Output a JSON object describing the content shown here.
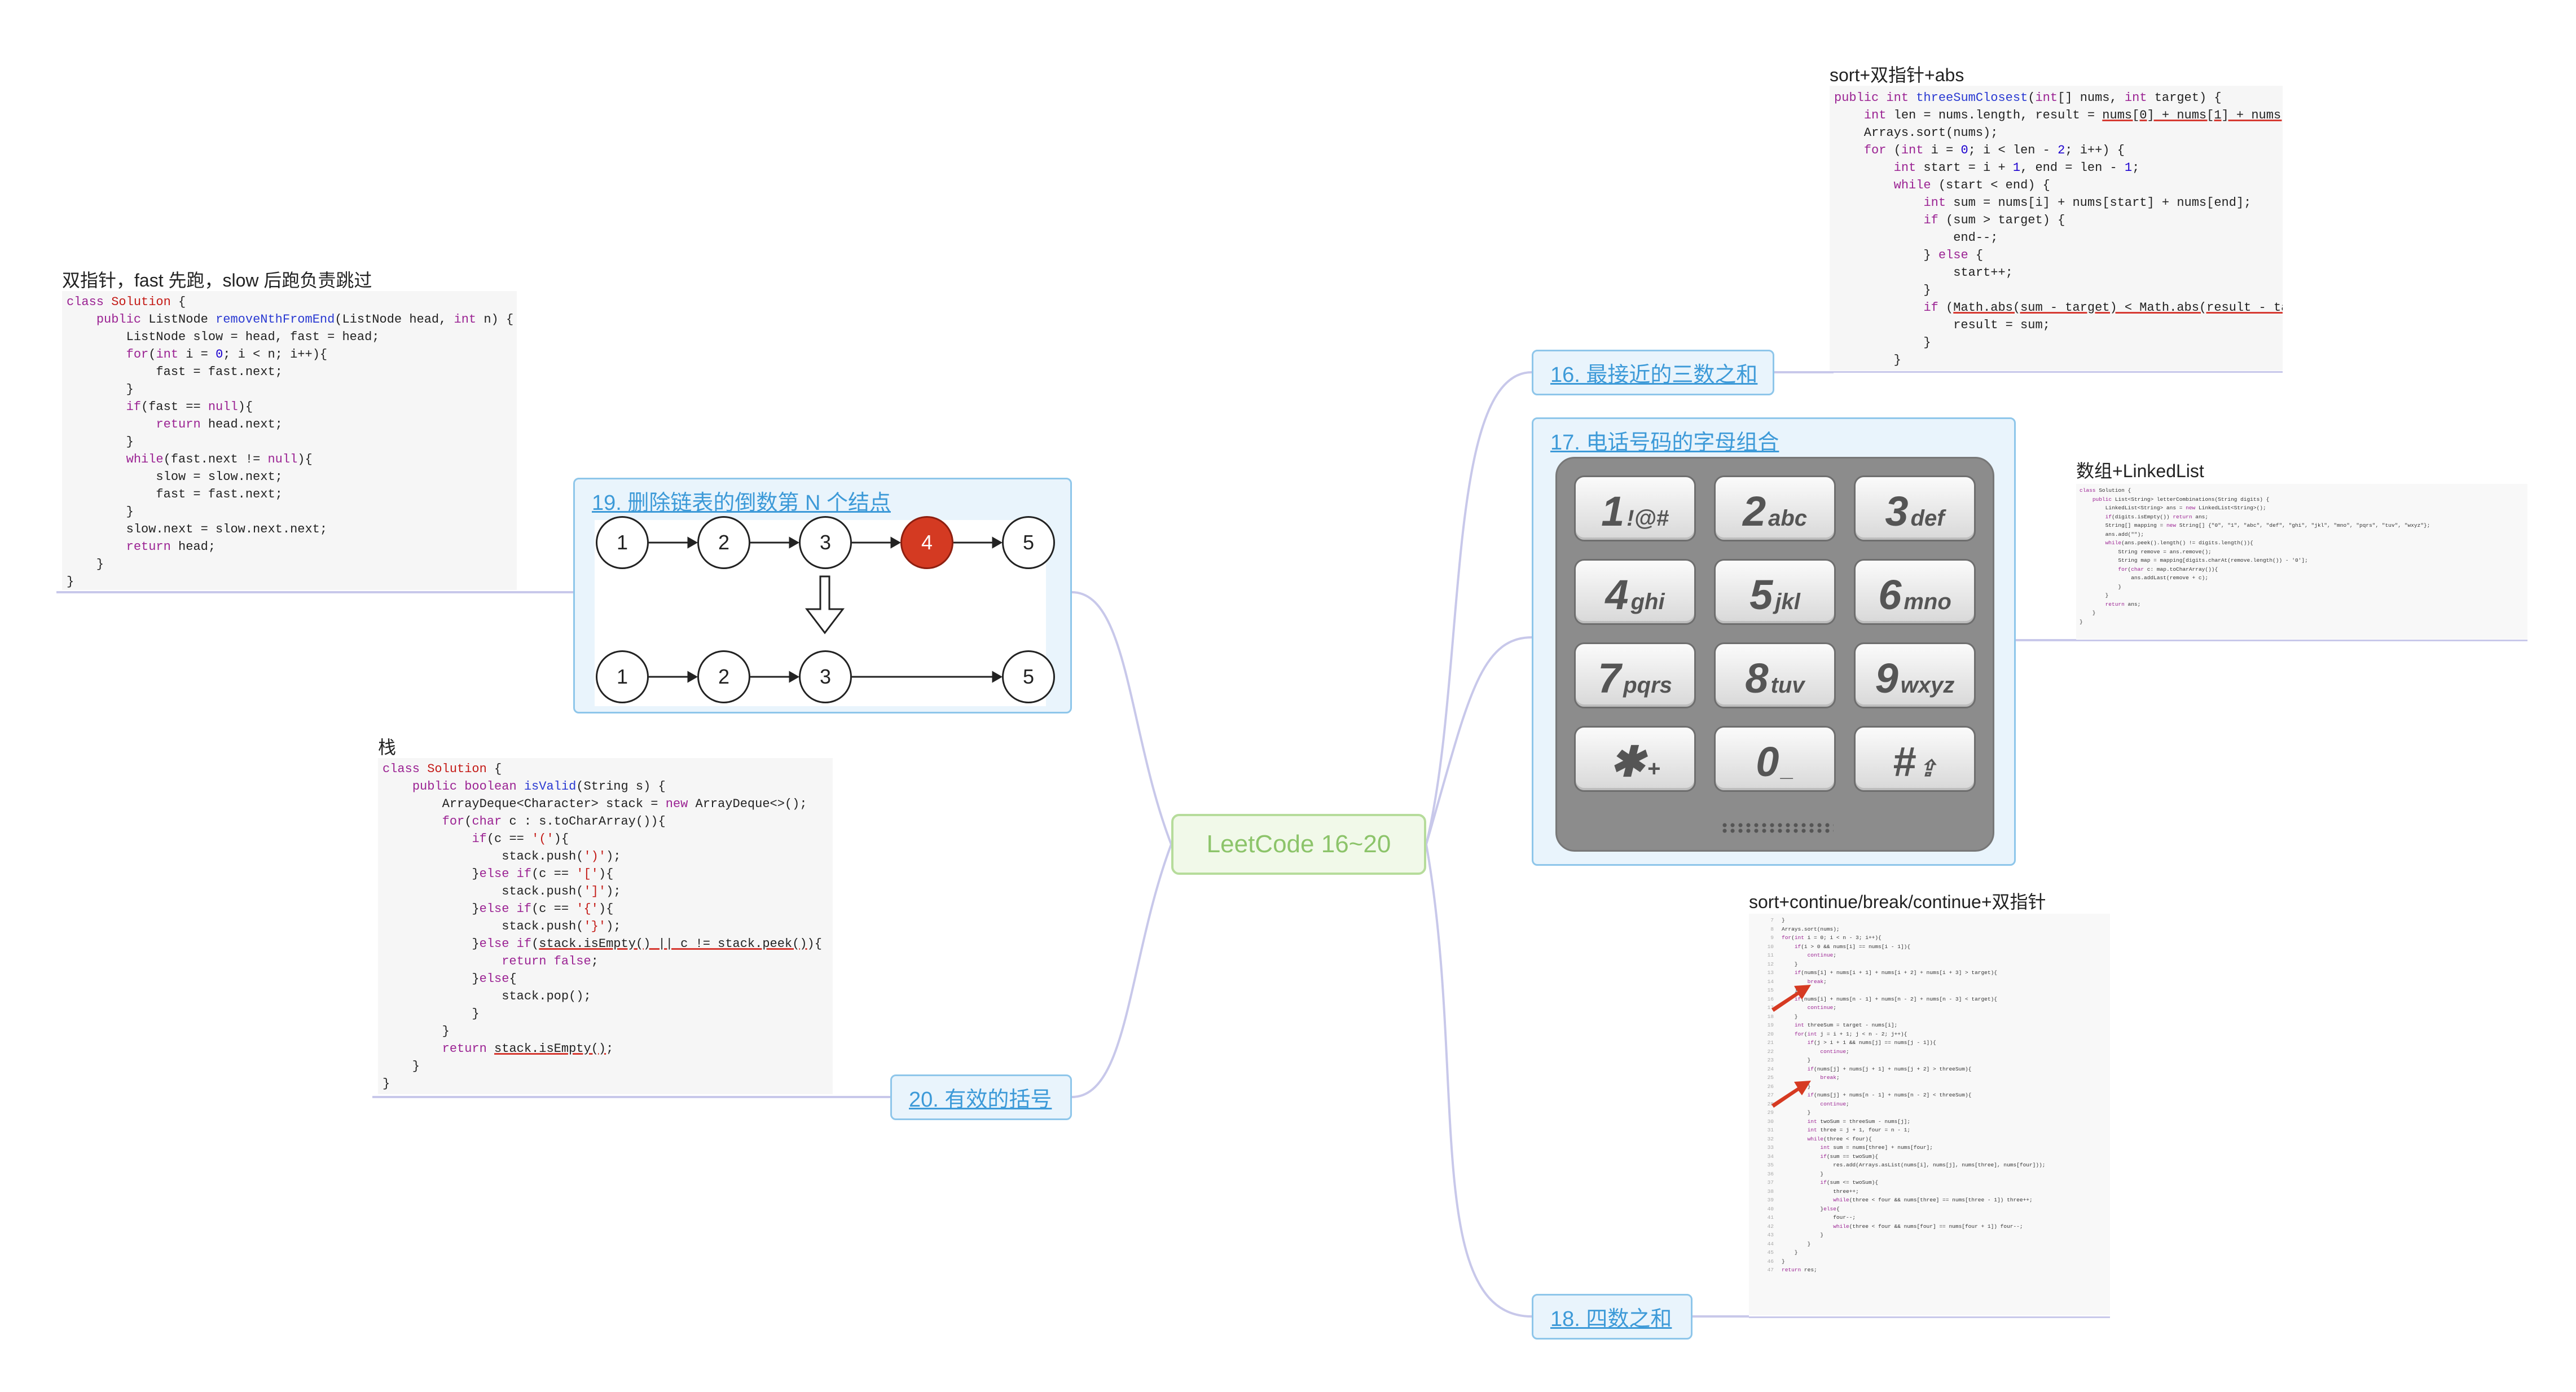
{
  "center": {
    "label": "LeetCode 16~20"
  },
  "topics": {
    "t16": {
      "label": "16. 最接近的三数之和"
    },
    "t17": {
      "label": "17. 电话号码的字母组合"
    },
    "t18": {
      "label": "18. 四数之和"
    },
    "t19": {
      "label": "19. 删除链表的倒数第 N 个结点"
    },
    "t20": {
      "label": "20. 有效的括号"
    }
  },
  "notes": {
    "n16": {
      "title": "sort+双指针+abs"
    },
    "n17": {
      "title": "数组+LinkedList"
    },
    "n18": {
      "title": "sort+continue/break/continue+双指针"
    },
    "n19": {
      "title": "双指针，fast 先跑，slow 后跑负责跳过"
    },
    "n20": {
      "title": "栈"
    }
  },
  "keypad": {
    "keys": [
      {
        "digit": "1",
        "letters": "!@#"
      },
      {
        "digit": "2",
        "letters": "abc"
      },
      {
        "digit": "3",
        "letters": "def"
      },
      {
        "digit": "4",
        "letters": "ghi"
      },
      {
        "digit": "5",
        "letters": "jkl"
      },
      {
        "digit": "6",
        "letters": "mno"
      },
      {
        "digit": "7",
        "letters": "pqrs"
      },
      {
        "digit": "8",
        "letters": "tuv"
      },
      {
        "digit": "9",
        "letters": "wxyz"
      },
      {
        "digit": "✱",
        "letters": "+"
      },
      {
        "digit": "0",
        "letters": "_"
      },
      {
        "digit": "#",
        "letters": "⇪"
      }
    ]
  },
  "linked_list": {
    "before": [
      "1",
      "2",
      "3",
      "4",
      "5"
    ],
    "after": [
      "1",
      "2",
      "3",
      "5"
    ],
    "removed": "4"
  },
  "colors": {
    "center_border": "#b6dc9b",
    "topic_border": "#8ec6ea",
    "connector": "#c8c8ea",
    "removed_node": "#d43a22",
    "code_keyword": "#9b2393"
  }
}
